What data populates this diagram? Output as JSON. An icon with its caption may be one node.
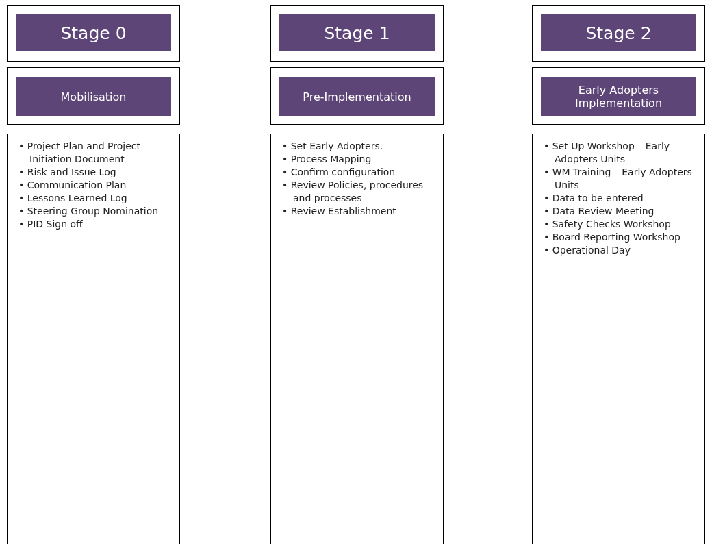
{
  "diagram": {
    "nodes": [
      {
        "text": [
          "Stage 0"
        ]
      },
      {
        "text": [
          "Mobilisation"
        ]
      },
      {
        "text": [
          "• Project Plan and Project Initiation Document",
          "• Risk and Issue Log",
          "• Communication Plan",
          "• Lessons Learned Log",
          "• Steering Group Nomination",
          "• PID Sign off"
        ]
      },
      {
        "text": [
          "Stage 1"
        ]
      },
      {
        "text": [
          "Pre-Implementation"
        ]
      },
      {
        "text": [
          "• Set Early Adopters.",
          "• Process Mapping",
          "• Confirm configuration",
          "• Review Policies, procedures and processes",
          "• Review Establishment"
        ]
      },
      {
        "text": [
          "Stage 2"
        ]
      },
      {
        "text": [
          "Early Adopters Implementation"
        ]
      },
      {
        "text": [
          "• Set Up Workshop – Early Adopters Units",
          "• WM Training – Early Adopters Units",
          "• Data to be entered",
          "• Data Review Meeting",
          "• Safety Checks Workshop",
          "• Board Reporting Workshop",
          "• Operational Day"
        ]
      }
    ],
    "edges": []
  }
}
